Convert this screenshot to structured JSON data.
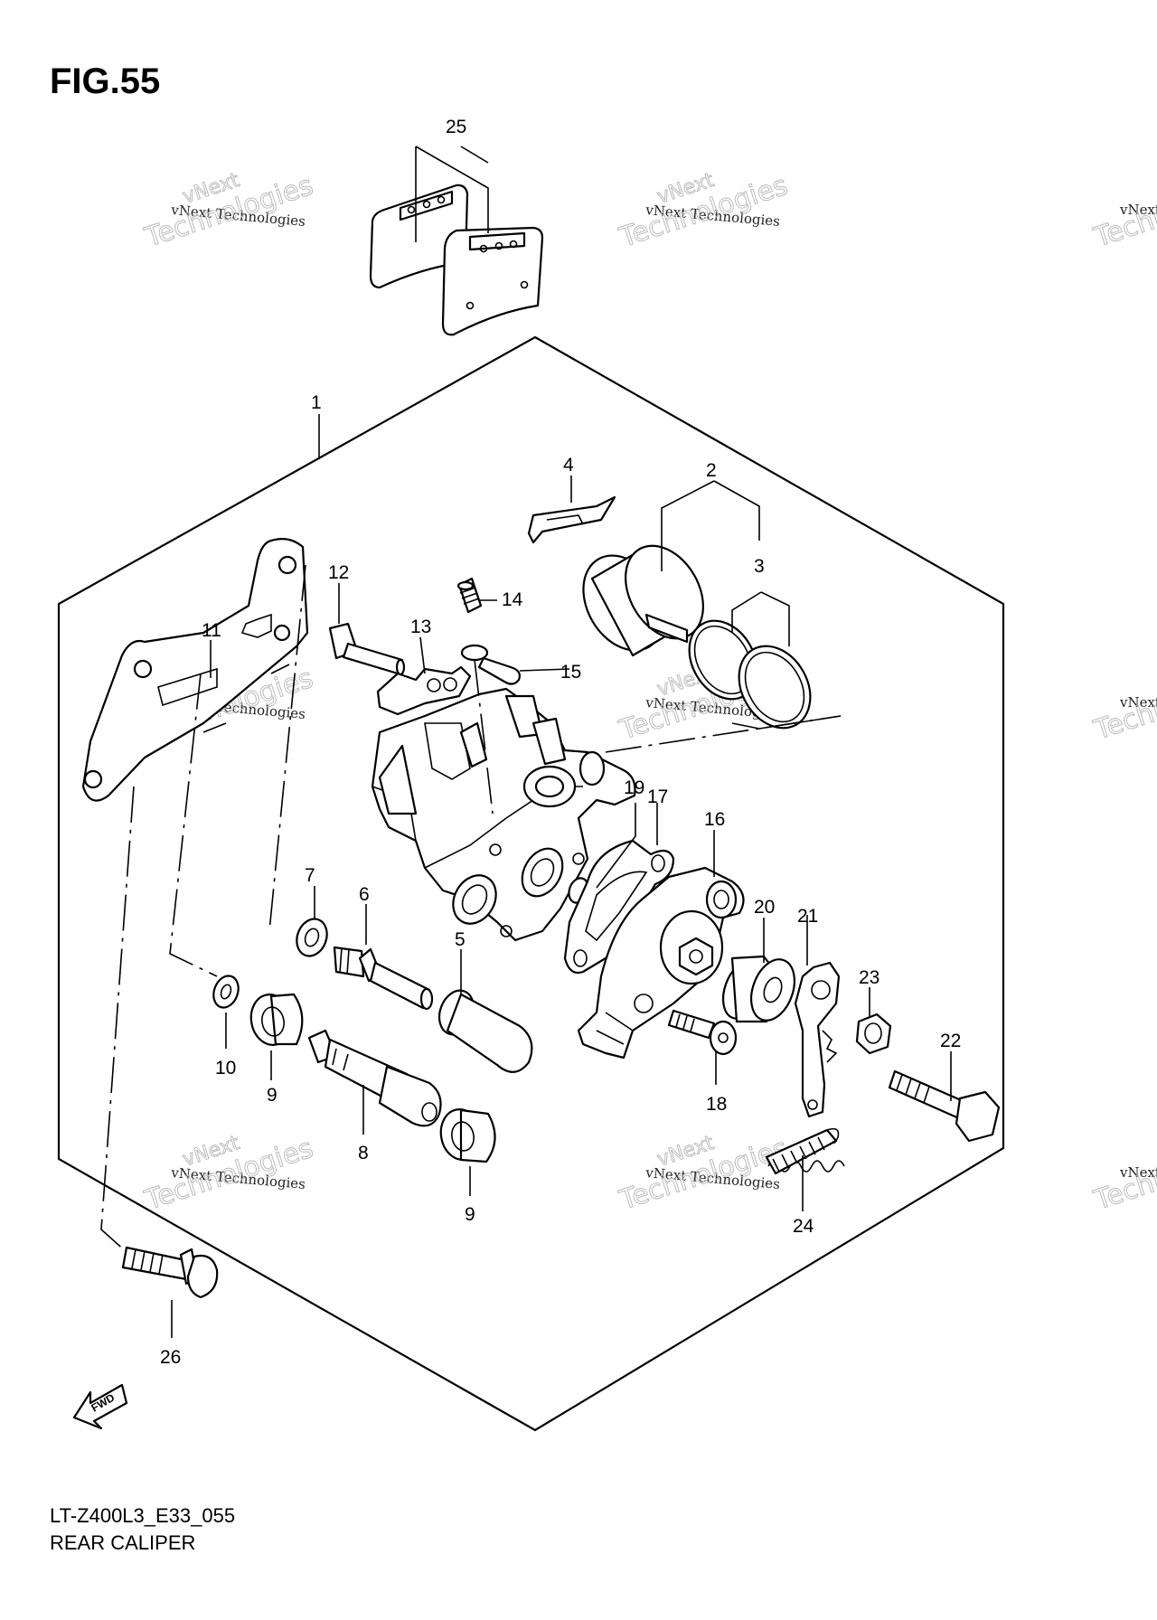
{
  "figure": {
    "title": "FIG.55",
    "code": "LT-Z400L3_E33_055",
    "name": "REAR CALIPER"
  },
  "watermark": {
    "line1": "vNext Technologies",
    "big": "Technologies",
    "small": "vNext"
  },
  "fwd_label": "FWD",
  "callouts": [
    "1",
    "2",
    "3",
    "4",
    "5",
    "6",
    "7",
    "8",
    "9",
    "9",
    "10",
    "11",
    "12",
    "13",
    "14",
    "15",
    "16",
    "17",
    "18",
    "19",
    "20",
    "21",
    "22",
    "23",
    "24",
    "25",
    "26"
  ]
}
